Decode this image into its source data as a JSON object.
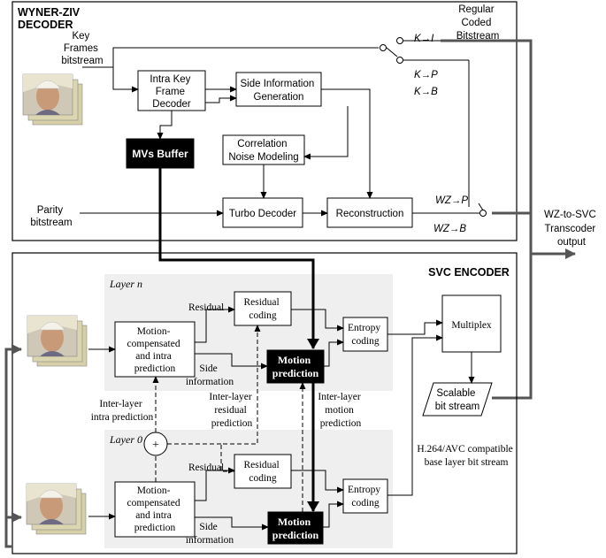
{
  "decoder": {
    "title_line1": "WYNER-ZIV",
    "title_line2": "DECODER",
    "key_frames": [
      "Key",
      "Frames",
      "bitstream"
    ],
    "parity": [
      "Parity",
      "bitstream"
    ],
    "intra_key": [
      "Intra Key",
      "Frame",
      "Decoder"
    ],
    "side_info": [
      "Side Information",
      "Generation"
    ],
    "mvs_buffer": "MVs Buffer",
    "correlation": [
      "Correlation",
      "Noise Modeling"
    ],
    "turbo": "Turbo Decoder",
    "reconstruction": "Reconstruction",
    "k_to_i": "K→I",
    "k_to_p": "K→P",
    "k_to_b": "K→B",
    "wz_to_p": "WZ→P",
    "wz_to_b": "WZ→B",
    "regular": [
      "Regular",
      "Coded",
      "Bitstream"
    ]
  },
  "output_label": [
    "WZ-to-SVC",
    "Transcoder",
    "output"
  ],
  "encoder": {
    "title": "SVC ENCODER",
    "layer_n": "Layer n",
    "layer_0": "Layer 0",
    "residual_label": "Residual",
    "residual_coding": [
      "Residual",
      "coding"
    ],
    "motion_comp": [
      "Motion-",
      "compensated",
      "and intra",
      "prediction"
    ],
    "motion_pred": [
      "Motion",
      "prediction"
    ],
    "side_information": [
      "Side",
      "information"
    ],
    "entropy": [
      "Entropy",
      "coding"
    ],
    "multiplex": "Multiplex",
    "scalable": [
      "Scalable",
      "bit stream"
    ],
    "inter_intra": [
      "Inter-layer",
      "intra prediction"
    ],
    "inter_residual": [
      "Inter-layer",
      "residual",
      "prediction"
    ],
    "inter_motion": [
      "Inter-layer",
      "motion",
      "prediction"
    ],
    "base_layer": [
      "H.264/AVC compatible",
      "base layer bit stream"
    ],
    "plus": "+"
  }
}
